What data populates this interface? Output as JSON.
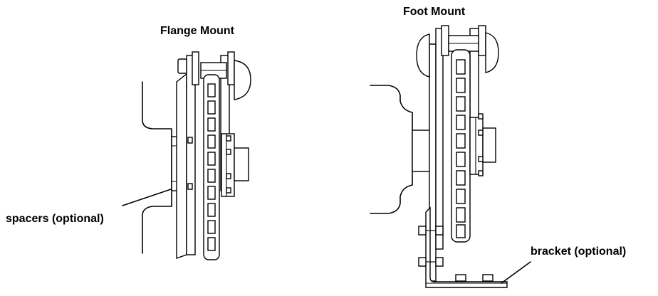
{
  "labels": {
    "flange_title": "Flange Mount",
    "foot_title": "Foot Mount",
    "spacers": "spacers (optional)",
    "bracket": "bracket (optional)"
  },
  "colors": {
    "ink": "#000000",
    "paper": "#ffffff"
  }
}
